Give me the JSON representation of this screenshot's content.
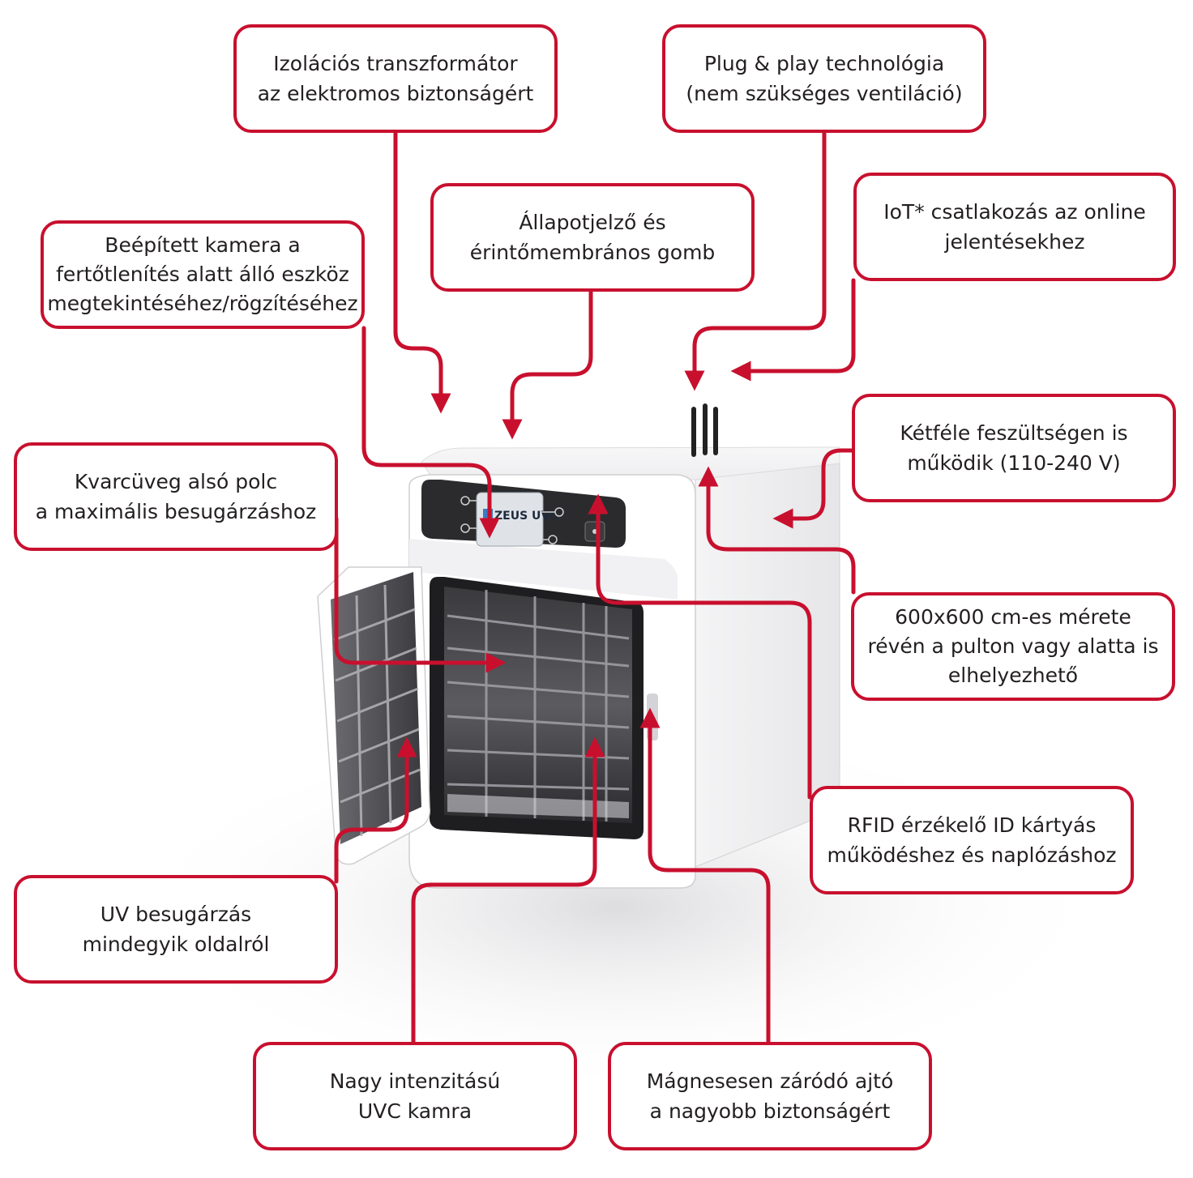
{
  "colors": {
    "accent": "#c8102e",
    "text": "#231f20",
    "device_body": "#ffffff",
    "panel": "#2b2b2e"
  },
  "device": {
    "brand_label": "ZEUS UVC",
    "brand_mark": "®"
  },
  "callouts": {
    "isolation": {
      "lines": [
        "Izolációs transzformátor",
        "az elektromos biztonságért"
      ]
    },
    "plug_play": {
      "lines": [
        "Plug & play technológia",
        "(nem szükséges ventiláció)"
      ]
    },
    "status": {
      "lines": [
        "Állapotjelző és",
        "érintőmembrános gomb"
      ]
    },
    "iot": {
      "lines": [
        "IoT* csatlakozás az online",
        "jelentésekhez"
      ]
    },
    "camera": {
      "lines": [
        "Beépített kamera a",
        "fertőtlenítés alatt álló eszköz",
        "megtekintéséhez/rögzítéséhez"
      ]
    },
    "voltage": {
      "lines": [
        "Kétféle feszültségen is",
        "működik (110-240 V)"
      ]
    },
    "quartz": {
      "lines": [
        "Kvarcüveg alsó polc",
        "a maximális besugárzáshoz"
      ]
    },
    "size": {
      "lines": [
        "600x600 cm-es mérete",
        "révén a pulton vagy alatta is",
        "elhelyezhető"
      ]
    },
    "rfid": {
      "lines": [
        "RFID érzékelő ID kártyás",
        "működéshez és naplózáshoz"
      ]
    },
    "uv_sides": {
      "lines": [
        "UV besugárzás",
        "mindegyik oldalról"
      ]
    },
    "uvc_chamber": {
      "lines": [
        "Nagy intenzitású",
        "UVC kamra"
      ]
    },
    "magnetic": {
      "lines": [
        "Mágnesesen záródó ajtó",
        "a nagyobb biztonságért"
      ]
    }
  }
}
